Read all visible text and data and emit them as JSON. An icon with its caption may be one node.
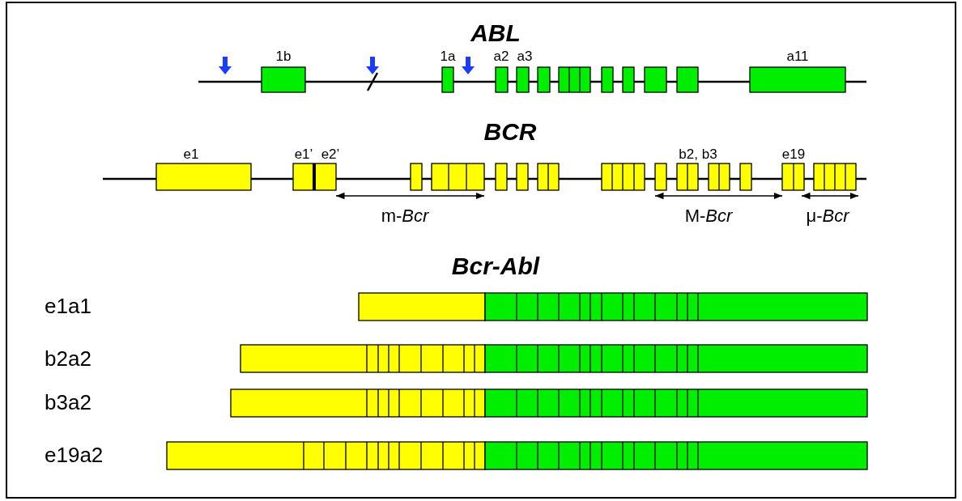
{
  "diagram": {
    "labels": [
      "ABL",
      "1b",
      "1a",
      "a2",
      "a3",
      "a11",
      "BCR",
      "e1",
      "e1’",
      "e2’",
      "b2, b3",
      "e19",
      "m-*Bcr*",
      "M-*Bcr*",
      "μ-*Bcr*",
      "Bcr-Abl",
      "e1a1",
      "b2a2",
      "b3a2",
      "e19a2"
    ]
  }
}
